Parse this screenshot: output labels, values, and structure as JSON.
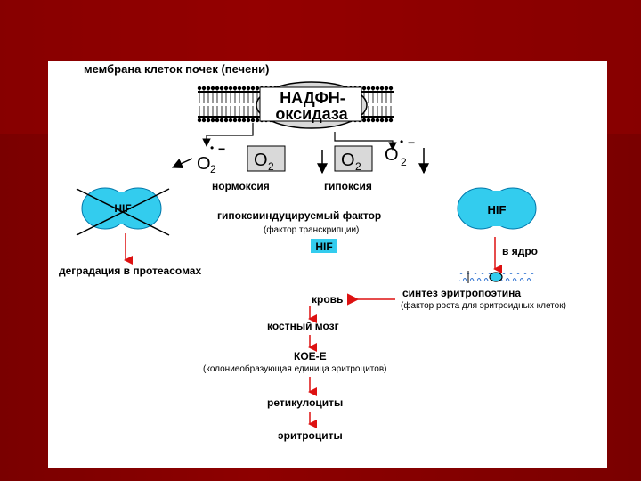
{
  "membrane_title": "мембрана клеток почек (печени)",
  "enzyme_line1": "НАДФН-",
  "enzyme_line2": "оксидаза",
  "superoxide_left": "O",
  "superoxide_left_sub": "2",
  "oxygen_left": "O",
  "oxygen_left_sub": "2",
  "oxygen_right": "O",
  "oxygen_right_sub": "2",
  "superoxide_right": "O",
  "superoxide_right_sub": "2",
  "radical_dot": "•",
  "radical_minus": "−",
  "normoxia": "нормоксия",
  "hypoxia": "гипоксия",
  "hif_left": "HIF",
  "hif_right": "HIF",
  "factor_title": "гипоксииндуцируемый фактор",
  "factor_subtitle": "(фактор транскрипции)",
  "hif_center": "HIF",
  "to_nucleus": "в ядро",
  "degradation": "деградация в протеасомах",
  "epo_synthesis": "синтез эритропоэтина",
  "epo_subtitle": "(фактор роста для эритроидных клеток)",
  "blood": "кровь",
  "bone_marrow": "костный мозг",
  "cfu_e": "КОЕ-Е",
  "cfu_e_full": "(колониеобразующая единица эритроцитов)",
  "reticulocytes": "ретикулоциты",
  "erythrocytes": "эритроциты",
  "colors": {
    "background": "#8b0000",
    "slide": "#ffffff",
    "hif": "#33ccee",
    "arrow_red": "#dd1111",
    "enzyme_fill": "#d9d9d9",
    "oxygen_box": "#d9d9d9"
  }
}
